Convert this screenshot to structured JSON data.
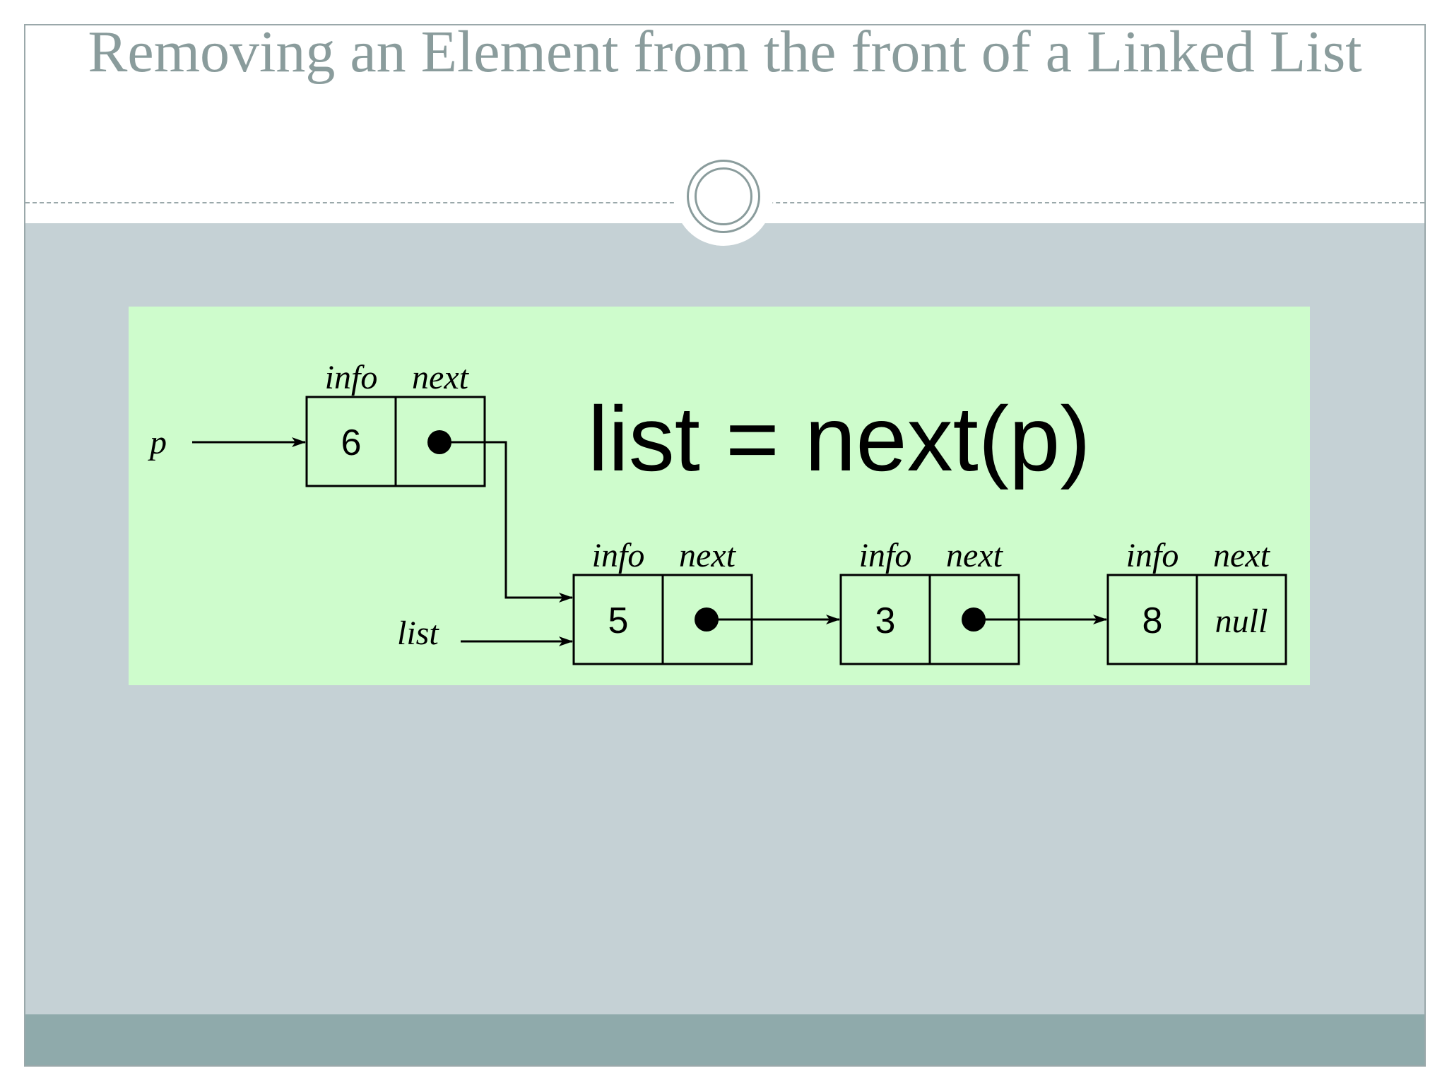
{
  "slide": {
    "title": "Removing an Element from the front of a Linked List",
    "colors": {
      "title_text": "#8a9c9c",
      "content_background": "#c5d1d5",
      "diagram_background": "#cefccc",
      "bottom_bar": "#8faaab"
    }
  },
  "diagram": {
    "statement": "list = next(p)",
    "field_labels": {
      "info": "info",
      "next": "next"
    },
    "pointers": {
      "p": "p",
      "list": "list"
    },
    "nodes": [
      {
        "info": "6",
        "next": ""
      },
      {
        "info": "5",
        "next": ""
      },
      {
        "info": "3",
        "next": ""
      },
      {
        "info": "8",
        "next": "null"
      }
    ]
  }
}
